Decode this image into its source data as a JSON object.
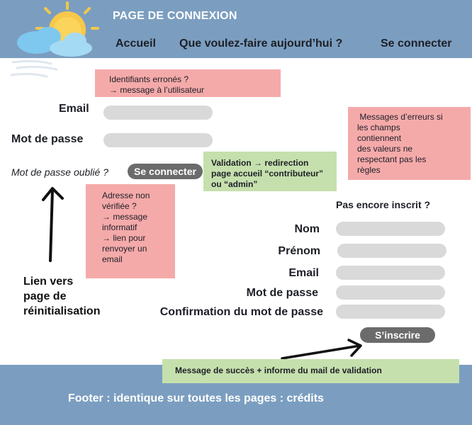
{
  "header": {
    "title": "PAGE DE CONNEXION",
    "logo_icon": "sun-cloud-wind-icon",
    "nav": [
      "Accueil",
      "Que voulez-faire aujourd’hui ?",
      "Se connecter"
    ]
  },
  "login": {
    "email_label": "Email",
    "password_label": "Mot de passe",
    "forgot_link": "Mot de passe oublié ?",
    "submit_label": "Se connecter"
  },
  "register": {
    "heading": "Pas encore inscrit ?",
    "labels": [
      "Nom",
      "Prénom",
      "Email",
      "Mot de passe",
      "Confirmation du mot de passe"
    ],
    "submit_label": "S’inscrire"
  },
  "notes": {
    "wrong_credentials": [
      "Identifiants  erronés ?",
      "→ message à l’utilisateur"
    ],
    "field_errors": [
      " Messages d’erreurs si",
      "les champs",
      "contiennent",
      "des valeurs ne",
      "respectant pas les",
      "règles"
    ],
    "validation": [
      "Validation → redirection",
      "page accueil “contributeur”",
      "ou “admin”"
    ],
    "unverified": [
      "Adresse non",
      "vérifiée ?",
      "→ message",
      "informatif",
      "→ lien pour",
      "renvoyer un",
      "email"
    ],
    "success": "Message de succès + informe du mail  de validation",
    "reset_link": [
      "Lien vers",
      "page de",
      "réinitialisation"
    ]
  },
  "footer": {
    "text": "Footer : identique sur toutes les pages : crédits"
  },
  "colors": {
    "header_bg": "#7b9ec0",
    "field_bg": "#d9d9d9",
    "button_bg": "#6b6b6b",
    "red_note": "#f5aaaa",
    "green_note": "#c5e0ad"
  }
}
